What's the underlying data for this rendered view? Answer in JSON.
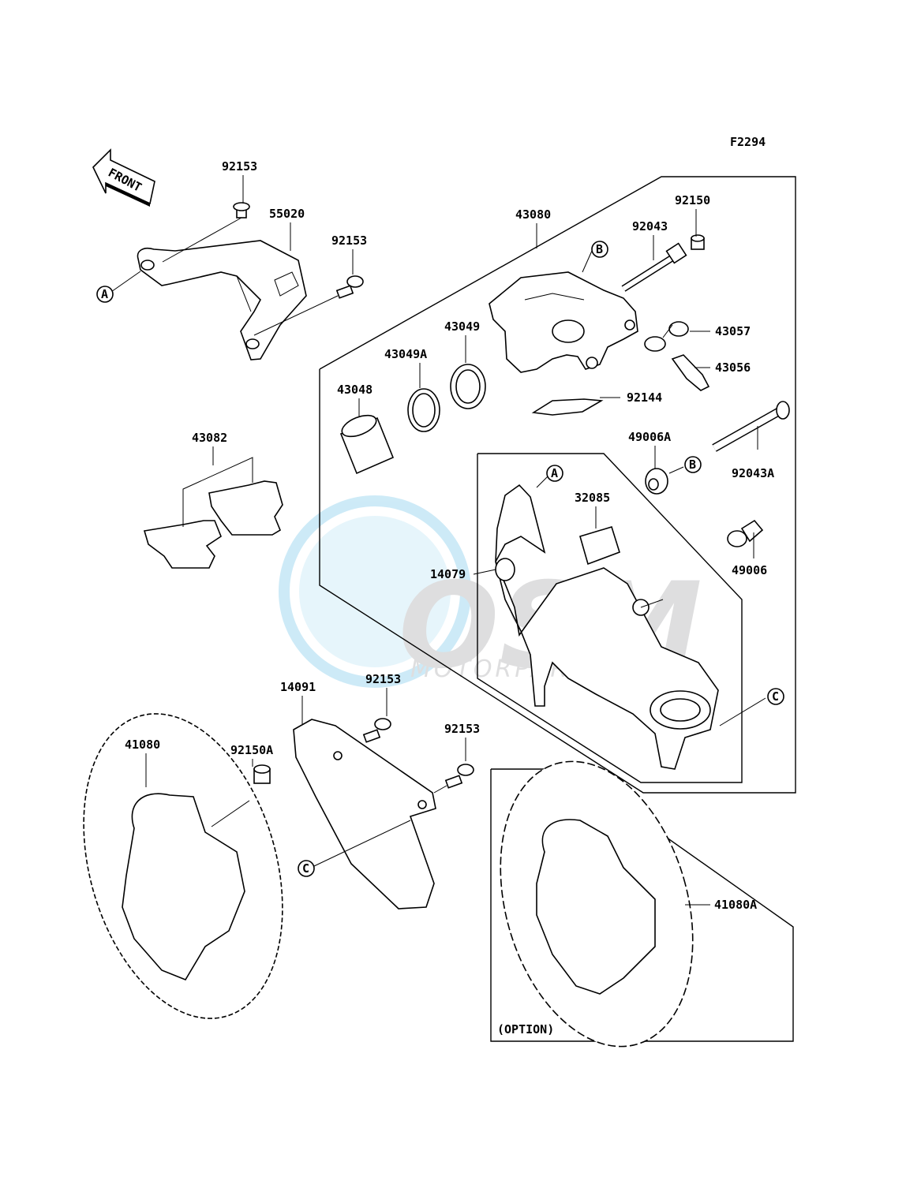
{
  "figure_code": "F2294",
  "front_marker": "FRONT",
  "option_label": "(OPTION)",
  "watermark": {
    "brand": "OSM",
    "sub": "MOTORPARTS",
    "color": "#1fa3dc"
  },
  "refs": {
    "a": "A",
    "b": "B",
    "c": "C"
  },
  "parts": {
    "p92153_a": "92153",
    "p55020": "55020",
    "p92153_b": "92153",
    "p43080": "43080",
    "p92150": "92150",
    "p92043": "92043",
    "p43057": "43057",
    "p43056": "43056",
    "p43049": "43049",
    "p43049A": "43049A",
    "p43048": "43048",
    "p92144": "92144",
    "p49006A": "49006A",
    "p92043A": "92043A",
    "p32085": "32085",
    "p43082": "43082",
    "p14079": "14079",
    "p49006": "49006",
    "p92153_c": "92153",
    "p14091": "14091",
    "p92153_d": "92153",
    "p41080": "41080",
    "p92150A": "92150A",
    "p41080A": "41080A"
  }
}
